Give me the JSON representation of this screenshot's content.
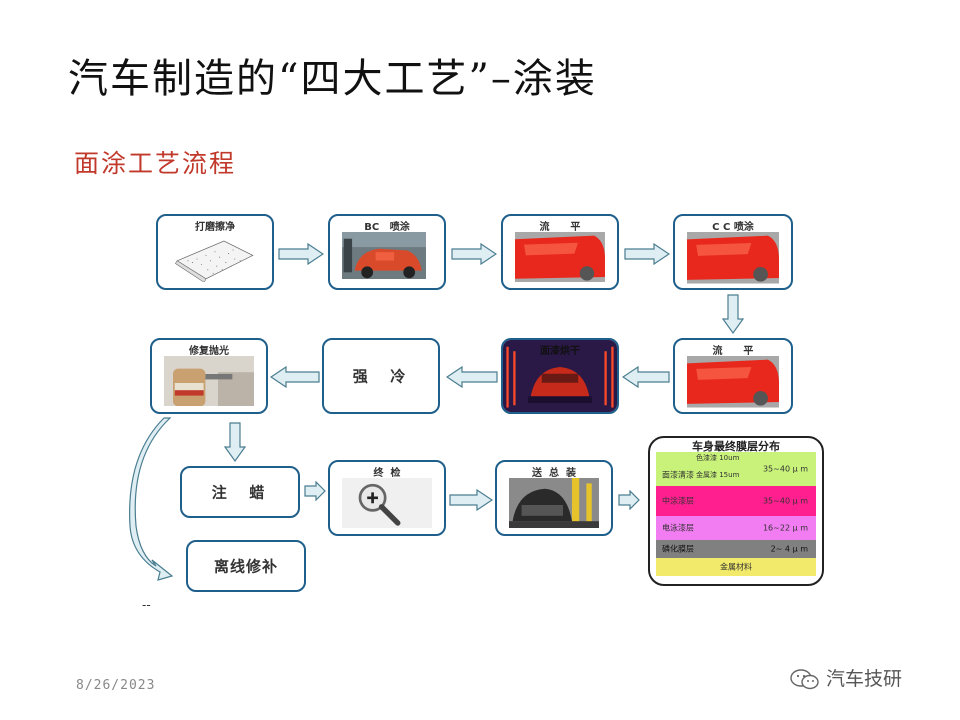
{
  "title": "汽车制造的“四大工艺”–涂装",
  "subtitle": "面涂工艺流程",
  "steps": {
    "s1": "打磨擦净",
    "s2": "BC   喷涂",
    "s3": "流      平",
    "s4": "C C 喷涂",
    "s5": "流      平",
    "s6": "面漆烘干",
    "s7": "强  冷",
    "s8": "修复抛光",
    "s9": "注  蜡",
    "s10": "终  检",
    "s11": "送  总  装",
    "s12": "离线修补"
  },
  "layers": {
    "title": "车身最终膜层分布",
    "items": [
      {
        "name": "面漆清漆",
        "thickness": "35~40 μ m",
        "note1": "色漆漆 10um",
        "note2": "金属漆 15um",
        "color": "#c8f27a"
      },
      {
        "name": "中涂漆层",
        "thickness": "35~40 μ m",
        "color": "#ff1f8f"
      },
      {
        "name": "电泳漆层",
        "thickness": "16~22 μ m",
        "color": "#f27df2"
      },
      {
        "name": "磷化膜层",
        "thickness": "2~ 4 μ m",
        "color": "#808080"
      },
      {
        "name": "金属材料",
        "color": "#f2ea6a"
      }
    ]
  },
  "footer": {
    "date": "8/26/2023",
    "watermark": "汽车技研",
    "dash": "--"
  },
  "colors": {
    "title": "#111111",
    "subtitle": "#c0392b",
    "box_border": "#1f5f8b",
    "arrow_fill": "#dfeef3",
    "arrow_stroke": "#4a7d90"
  }
}
